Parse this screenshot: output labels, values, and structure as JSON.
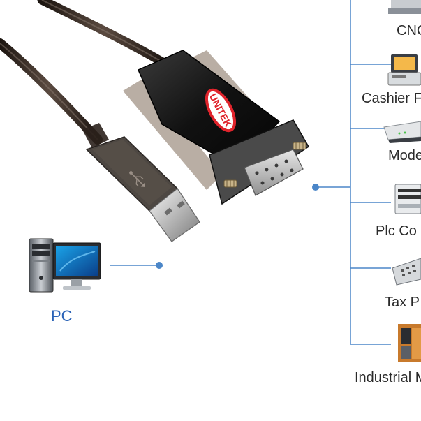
{
  "colors": {
    "connector_line": "#4b86c8",
    "pc_label": "#2b63b7",
    "device_label": "#2a2a2a",
    "cable": "#3a2e28",
    "brand_badge": "#e0242c"
  },
  "cable": {
    "brand": "UNITEK"
  },
  "pc": {
    "label": "PC",
    "icon": "desktop-computer-icon"
  },
  "devices": [
    {
      "label": "CNC",
      "icon": "cnc-machine-icon"
    },
    {
      "label": "Cashier F",
      "icon": "cash-register-icon"
    },
    {
      "label": "Mode",
      "icon": "modem-icon"
    },
    {
      "label": "Plc Co",
      "icon": "plc-controller-icon"
    },
    {
      "label": "Tax P",
      "icon": "tax-printer-icon"
    },
    {
      "label": "Industrial M",
      "icon": "industrial-machine-icon"
    }
  ]
}
